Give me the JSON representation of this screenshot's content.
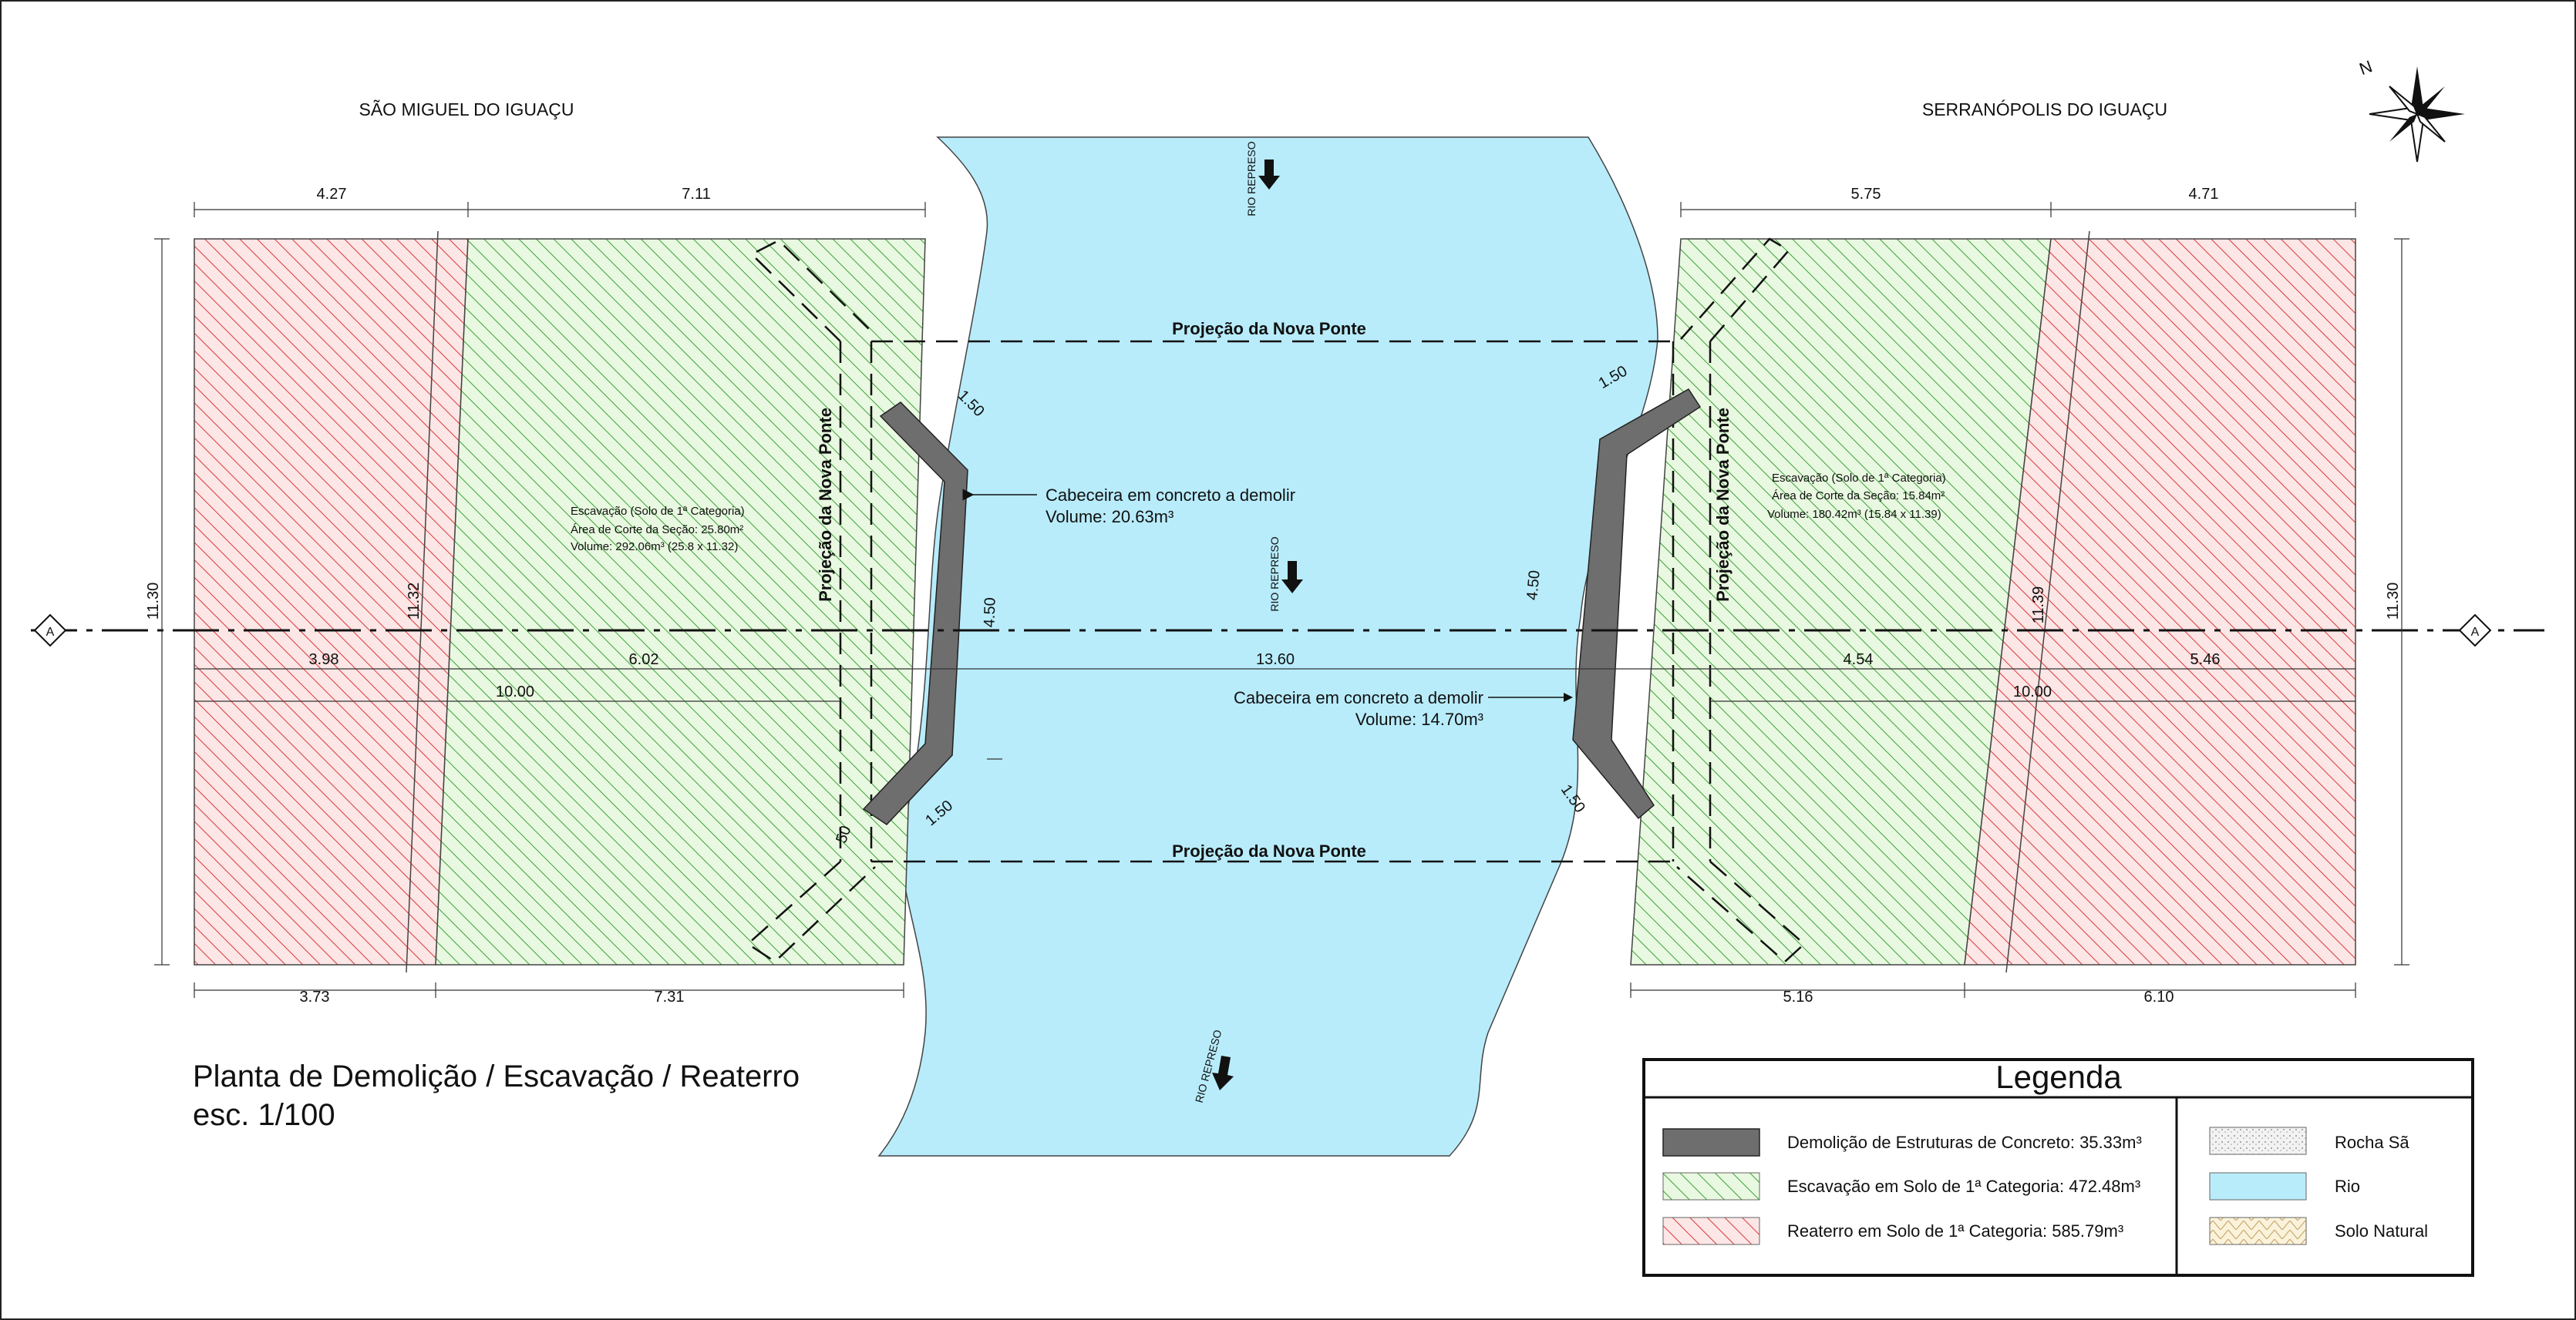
{
  "places": {
    "left": "SÃO MIGUEL DO IGUAÇU",
    "right": "SERRANÓPOLIS DO IGUAÇU"
  },
  "north_label": "N",
  "river_label": "RIO REPRESO",
  "projection_label": "Projeção da Nova Ponte",
  "section_marker": "A",
  "title": {
    "line1": "Planta de Demolição / Escavação / Reaterro",
    "line2": "esc. 1/100"
  },
  "left_excavation": {
    "line1": "Escavação (Solo de 1ª Categoria)",
    "line2": "Área de Corte da Seção: 25.80m²",
    "line3": "Volume: 292.06m³ (25.8 x 11.32)"
  },
  "right_excavation": {
    "line1": "Escavação (Solo de 1ª Categoria)",
    "line2": "Área de Corte da Seção: 15.84m²",
    "line3": "Volume: 180.42m³ (15.84 x 11.39)"
  },
  "callouts": {
    "left": {
      "line1": "Cabeceira em concreto a demolir",
      "line2": "Volume: 20.63m³"
    },
    "right": {
      "line1": "Cabeceira em concreto a demolir",
      "line2": "Volume: 14.70m³"
    }
  },
  "dimensions": {
    "top_left_a": "4.27",
    "top_left_b": "7.11",
    "top_right_a": "5.75",
    "top_right_b": "4.71",
    "bottom_left_a": "3.73",
    "bottom_left_b": "7.31",
    "bottom_right_a": "5.16",
    "bottom_right_b": "6.10",
    "height_left": "11.30",
    "height_right": "11.30",
    "inner_left": "11.32",
    "inner_right": "11.39",
    "axis_left_a": "3.98",
    "axis_left_b": "6.02",
    "axis_left_total": "10.00",
    "axis_center": "13.60",
    "axis_right_a": "4.54",
    "axis_right_b": "5.46",
    "axis_right_total": "10.00",
    "wing_150": "1.50",
    "wing_450": "4.50",
    "wing_50": "50"
  },
  "legend": {
    "title": "Legenda",
    "items": [
      {
        "label": "Demolição de Estruturas de Concreto: 35.33m³",
        "swatch": "concrete"
      },
      {
        "label": "Escavação em Solo de 1ª Categoria: 472.48m³",
        "swatch": "excavation"
      },
      {
        "label": "Reaterro em Solo de 1ª Categoria: 585.79m³",
        "swatch": "backfill"
      },
      {
        "label": "Rocha Sã",
        "swatch": "rock"
      },
      {
        "label": "Rio",
        "swatch": "river"
      },
      {
        "label": "Solo Natural",
        "swatch": "soil"
      }
    ]
  },
  "colors": {
    "river": "#b8ecfb",
    "excavation_bg": "#e8f7df",
    "excavation_hatch": "#3aa33a",
    "backfill_bg": "#fbe4e4",
    "backfill_hatch": "#d93838",
    "concrete": "#6e6e6e"
  }
}
